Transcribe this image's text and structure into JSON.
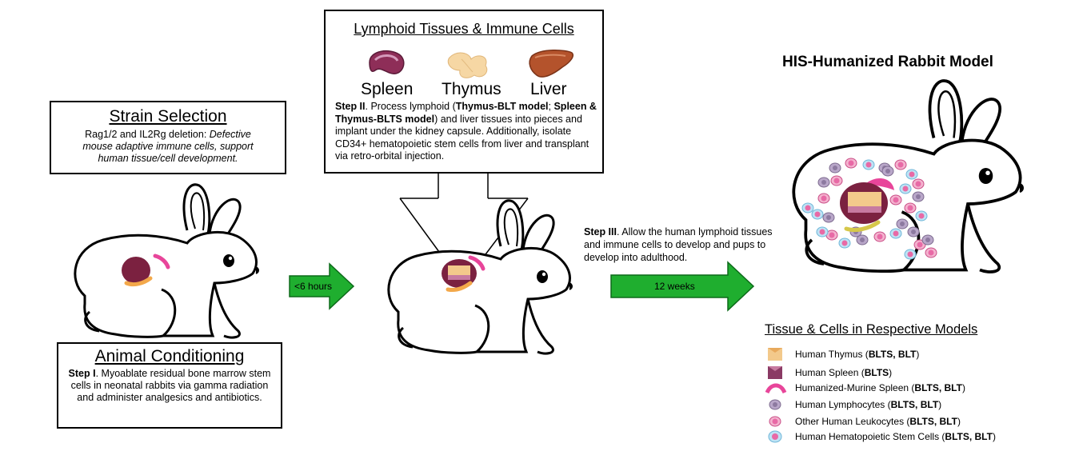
{
  "strain": {
    "title": "Strain Selection",
    "line1": "Rag1/2 and IL2Rg deletion: ",
    "line1_italic": "Defective",
    "line2_italic": "mouse adaptive immune cells, support",
    "line3_italic": "human tissue/cell development."
  },
  "conditioning": {
    "title": "Animal Conditioning",
    "step_label": "Step I",
    "text": ". Myoablate residual bone marrow stem cells in neonatal rabbits via gamma radiation and administer analgesics and antibiotics."
  },
  "lymphoid": {
    "title": "Lymphoid Tissues & Immune Cells",
    "organs": [
      "Spleen",
      "Thymus",
      "Liver"
    ],
    "step_label": "Step II",
    "t1": ". Process lymphoid (",
    "b1": "Thymus-BLT model",
    "t2": ";",
    "b2": "Spleen & Thymus-BLTS model",
    "t3": ") and liver tissues into pieces and implant under the kidney capsule. Additionally, isolate CD34+ hematopoietic stem cells from liver and transplant via retro-orbital injection."
  },
  "arrows": {
    "first": "<6 hours",
    "second": "12 weeks"
  },
  "step3": {
    "step_label": "Step III",
    "text": ". Allow the human lymphoid tissues and immune cells to develop and pups to develop into adulthood."
  },
  "model_title": "HIS-Humanized Rabbit Model",
  "legend": {
    "title": "Tissue & Cells in Respective Models",
    "items": [
      {
        "text": "Human Thymus (",
        "bold": "BLTS, BLT",
        "end": ")",
        "icon": "thymus-icon"
      },
      {
        "text": "Human Spleen (",
        "bold": "BLTS",
        "end": ")",
        "icon": "spleen-icon"
      },
      {
        "text": "Humanized-Murine Spleen (",
        "bold": "BLTS, BLT",
        "end": ")",
        "icon": "murine-spleen-icon"
      },
      {
        "text": "Human Lymphocytes (",
        "bold": "BLTS, BLT",
        "end": ")",
        "icon": "lymphocyte-icon"
      },
      {
        "text": "Other Human Leukocytes (",
        "bold": "BLTS, BLT",
        "end": ")",
        "icon": "leukocyte-icon"
      },
      {
        "text": "Human Hematopoietic Stem Cells (",
        "bold": "BLTS, BLT",
        "end": ")",
        "icon": "stem-cell-icon"
      }
    ]
  },
  "colors": {
    "arrow_green": "#1fae2f",
    "spleen": "#7b2140",
    "thymus": "#f3c98b",
    "liver": "#a34a2a",
    "murine_spleen": "#e8459a",
    "cell_lavender": "#b9a7c9",
    "cell_pink": "#e86aa6"
  }
}
